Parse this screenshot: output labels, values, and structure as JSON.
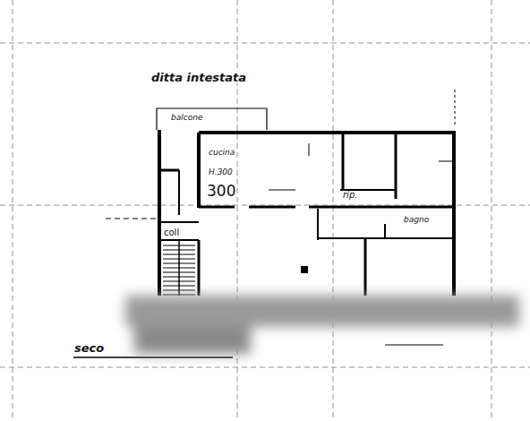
{
  "diagram": {
    "labels": [
      "ditta intestata",
      "balcone",
      "cucina",
      "H.300",
      "300",
      "rip.",
      "bagno",
      "coll",
      "seco"
    ]
  }
}
